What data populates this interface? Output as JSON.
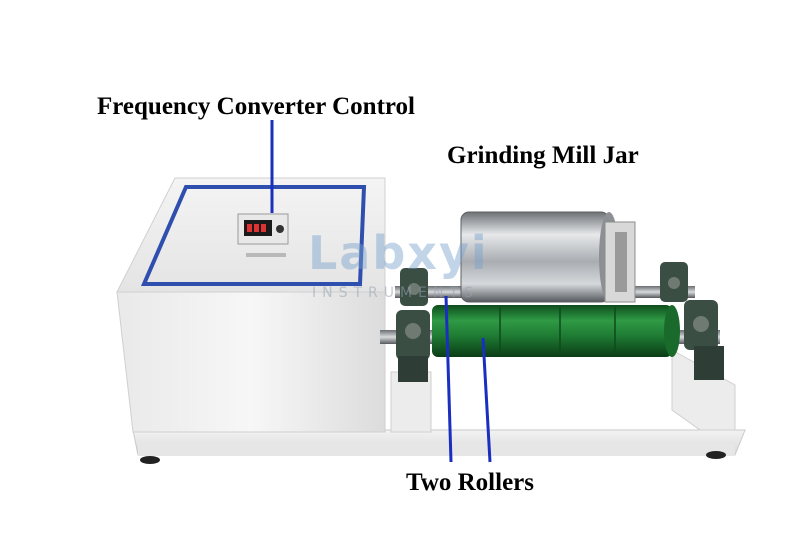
{
  "labels": {
    "frequency_converter": "Frequency Converter Control",
    "jar": "Grinding Mill Jar",
    "rollers": "Two Rollers"
  },
  "watermark": {
    "logo": "Labxyi",
    "subtitle": "INSTRUMENTS"
  },
  "colors": {
    "background": "#ffffff",
    "machine_body": "#f2f2f2",
    "panel_frame": "#2f4fae",
    "leader_line": "#1a2fbf",
    "roller": "#1f7a32",
    "jar": "#b8bcc0",
    "bearing": "#3b4e44"
  }
}
